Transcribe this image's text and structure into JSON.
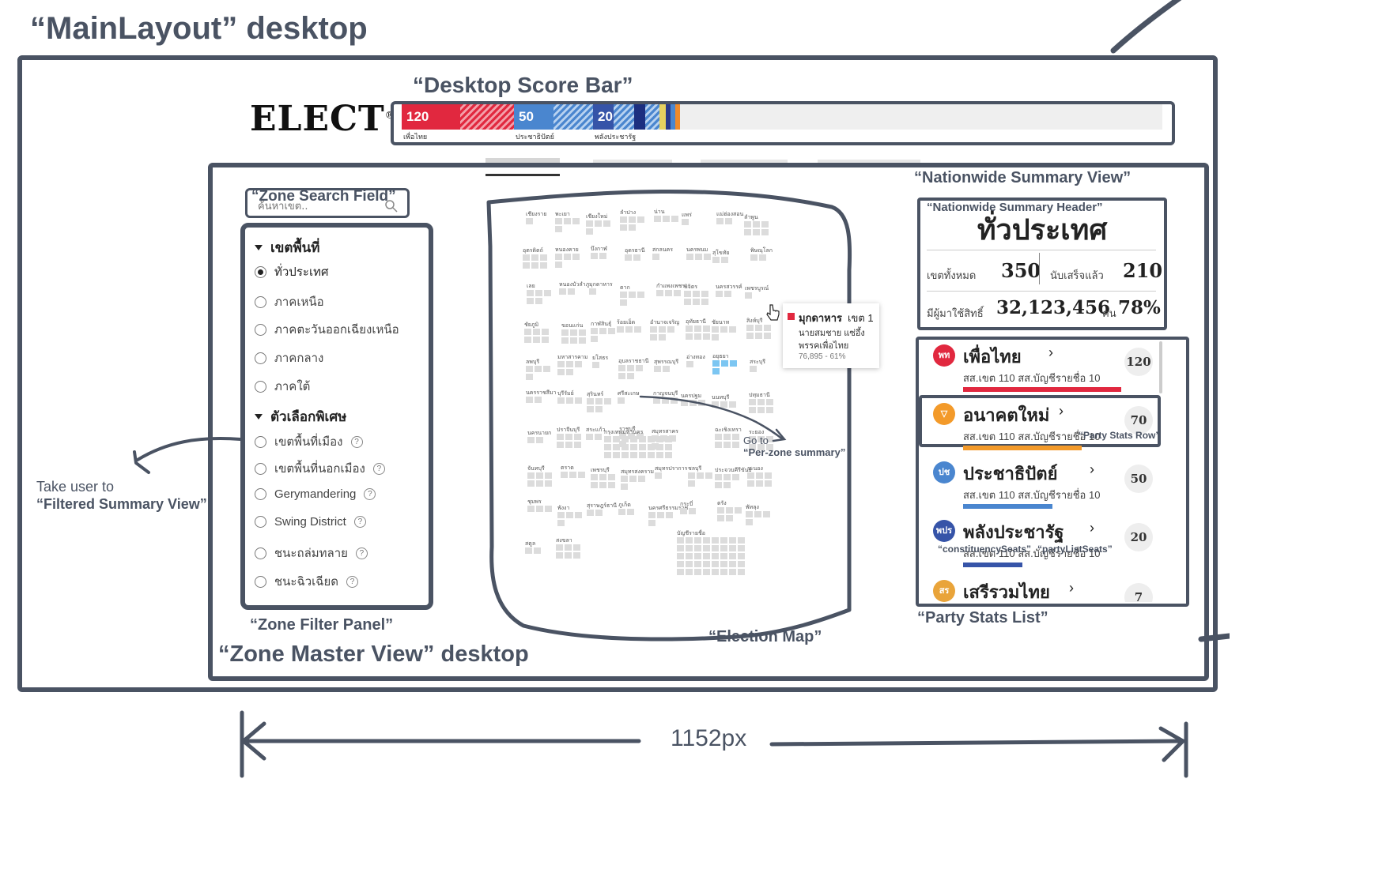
{
  "page_title": "“MainLayout” desktop",
  "score_bar": {
    "label": "“Desktop Score Bar”",
    "logo": "ELECT",
    "logo_mark": "®",
    "segments": [
      {
        "value": "120",
        "party": "เพื่อไทย",
        "color": "#e1283f"
      },
      {
        "value": "50",
        "party": "ประชาธิปัตย์",
        "color": "#4a86cf"
      },
      {
        "value": "20",
        "party": "พลังประชารัฐ",
        "color": "#3654a8"
      }
    ]
  },
  "zone_master": {
    "label": "“Zone Master View” desktop",
    "search": {
      "label": "“Zone Search Field”",
      "placeholder": "ค้นหาเขต.."
    },
    "filter_panel": {
      "label": "“Zone Filter Panel”",
      "section_area": "เขตพื้นที่",
      "area_options": [
        "ทั่วประเทศ",
        "ภาคเหนือ",
        "ภาคตะวันออกเฉียงเหนือ",
        "ภาคกลาง",
        "ภาคใต้"
      ],
      "selected": "ทั่วประเทศ",
      "section_special": "ตัวเลือกพิเศษ",
      "special_options": [
        "เขตพื้นที่เมือง",
        "เขตพื้นที่นอกเมือง",
        "Gerymandering",
        "Swing District",
        "ชนะถล่มทลาย",
        "ชนะฉิวเฉียด"
      ]
    },
    "filter_note": {
      "line1": "Take user to",
      "line2": "“Filtered Summary View”"
    }
  },
  "election_map": {
    "label": "“Election Map”",
    "tooltip": {
      "title": "มุกดาหาร",
      "zone": "เขต 1",
      "candidate": "นายสมชาย แซ่อึ้ง",
      "party": "พรรคเพื่อไทย",
      "votes": "76,895 - 61%",
      "color": "#e1283f"
    },
    "goto_note": {
      "line1": "Go to",
      "line2": "“Per-zone summary”"
    },
    "province_labels": [
      "เชียงราย",
      "พะเยา",
      "เชียงใหม่",
      "ลำปาง",
      "น่าน",
      "แพร่",
      "แม่ฮ่องสอน",
      "ลำพูน",
      "อุตรดิตถ์",
      "หนองคาย",
      "บึงกาฬ",
      "อุดรธานี",
      "สกลนคร",
      "นครพนม",
      "สุโขทัย",
      "พิษณุโลก",
      "เลย",
      "หนองบัวลำภู",
      "มุกดาหาร",
      "ตาก",
      "กำแพงเพชร",
      "พิจิตร",
      "นครสวรรค์",
      "เพชรบูรณ์",
      "ชัยภูมิ",
      "ขอนแก่น",
      "กาฬสินธุ์",
      "ร้อยเอ็ด",
      "อำนาจเจริญ",
      "อุทัยธานี",
      "ชัยนาท",
      "สิงห์บุรี",
      "ลพบุรี",
      "มหาสารคาม",
      "ยโสธร",
      "อุบลราชธานี",
      "สุพรรณบุรี",
      "อ่างทอง",
      "อยุธยา",
      "สระบุรี",
      "นครราชสีมา",
      "บุรีรัมย์",
      "สุรินทร์",
      "ศรีสะเกษ",
      "กาญจนบุรี",
      "นครปฐม",
      "นนทบุรี",
      "ปทุมธานี",
      "นครนายก",
      "ปราจีนบุรี",
      "สระแก้ว",
      "ราชบุรี",
      "สมุทรสาคร",
      "กรุงเทพมหานคร",
      "ฉะเชิงเทรา",
      "ระยอง",
      "จันทบุรี",
      "ตราด",
      "เพชรบุรี",
      "สมุทรสงคราม",
      "สมุทรปราการ",
      "ชลบุรี",
      "ประจวบคีรีขันธ์",
      "ระนอง",
      "ชุมพร",
      "พังงา",
      "สุราษฎร์ธานี",
      "ภูเก็ต",
      "นครศรีธรรมราช",
      "กระบี่",
      "ตรัง",
      "พัทลุง",
      "สตูล",
      "สงขลา",
      "บัญชีรายชื่อ"
    ]
  },
  "nationwide": {
    "label": "“Nationwide Summary View”",
    "header_label": "“Nationwide Summary Header”",
    "title": "ทั่วประเทศ",
    "total_zones_label": "เขตทั้งหมด",
    "total_zones": "350",
    "counted_label": "นับเสร็จแล้ว",
    "counted": "210",
    "voters_label": "มีผู้มาใช้สิทธิ์",
    "voters": "32,123,456",
    "voters_unit": "คน",
    "turnout": "78%"
  },
  "party_list": {
    "label": "“Party Stats List”",
    "row_label": "“Party Stats Row”",
    "constituency_label": "“constituencySeats”",
    "partylist_label": "“partyListSeats”",
    "parties": [
      {
        "name": "เพื่อไทย",
        "logo": "พท",
        "sub": "สส.เขต 110   สส.บัญชีรายชื่อ 10",
        "seats": "120",
        "color": "#e1283f",
        "bar": 0.8
      },
      {
        "name": "อนาคตใหม่",
        "logo": "▽",
        "sub": "สส.เขต 110   สส.บัญชีรายชื่อ 10",
        "seats": "70",
        "color": "#f39a2a",
        "bar": 0.6
      },
      {
        "name": "ประชาธิปัตย์",
        "logo": "ปช",
        "sub": "สส.เขต 110   สส.บัญชีรายชื่อ 10",
        "seats": "50",
        "color": "#4a86cf",
        "bar": 0.45
      },
      {
        "name": "พลังประชารัฐ",
        "logo": "พปร",
        "sub": "สส.เขต 110   สส.บัญชีรายชื่อ 10",
        "seats": "20",
        "color": "#3654a8",
        "bar": 0.3
      },
      {
        "name": "เสรีรวมไทย",
        "logo": "สร",
        "sub": "",
        "seats": "7",
        "color": "#e9a43a",
        "bar": 0.0
      }
    ]
  },
  "width_annotation": "1152px"
}
